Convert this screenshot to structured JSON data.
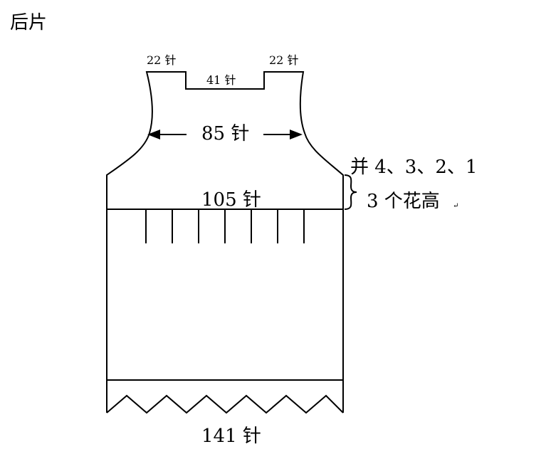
{
  "title": "后片",
  "labels": {
    "shoulder_left": "22 针",
    "shoulder_right": "22 针",
    "back_neck": "41 针",
    "chest_width": "85 针",
    "body_width": "105 针",
    "decrease_note": "并 4、3、2、1",
    "height_note": "3 个花高",
    "paragraph_mark": "↵",
    "hem_width": "141 针"
  },
  "colors": {
    "line": "#000000",
    "background": "#ffffff"
  }
}
